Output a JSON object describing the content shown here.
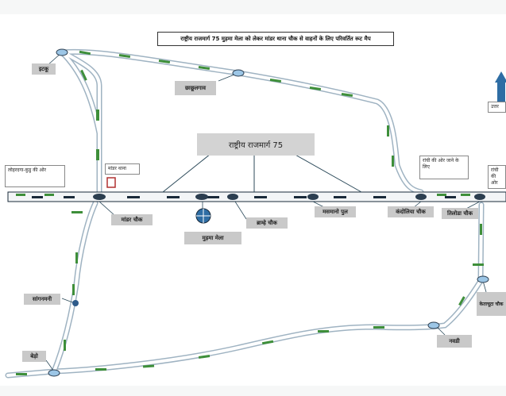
{
  "title": "राष्ट्रीय राजमार्ग 75 मुड़मा मेला को लेकर मांडर थाना चौक से वाहनों के लिए परिवर्तित रूट मैप",
  "highway": "राष्ट्रीय राजमार्ग 75",
  "north": "उत्तर",
  "places": {
    "ittu": "इटकू",
    "chhotalaunga": "छाछूलगाव",
    "mandar_thana": "मांडर थाना",
    "mandar_chowk": "मांडर चौक",
    "mudma_mela": "मुड़मा मेला",
    "brahme_chowk": "ब्राम्हे चौक",
    "masmano_pul": "मसमानो पुल",
    "kaimbeda_chowk": "कंदोलिया चौक",
    "tiloda_chowk": "तिलोडा चौक",
    "sanjhabhani": "सांगनमनी",
    "bedo": "बेड़ो",
    "nawdi": "नवडी",
    "ketaguta_chowk": "केताचूटा चौक"
  },
  "side_notes": {
    "left": "लोहरदगा-कुडु की ओर",
    "ranchi": "रांची की ओर जाने के लिए",
    "ranchi_edge": "रांची की ओर"
  },
  "colors": {
    "road": "#1a2a3a",
    "route_outline": "#9fb3c2",
    "arrow": "#3e8f3a",
    "node": "#2c3e50",
    "node_light": "#9cc6e6",
    "north_arrow": "#2e6da4",
    "label_bg": "#c9c9c9"
  },
  "icons": [
    "north-arrow-icon",
    "police-station-icon",
    "fair-marker-icon"
  ]
}
